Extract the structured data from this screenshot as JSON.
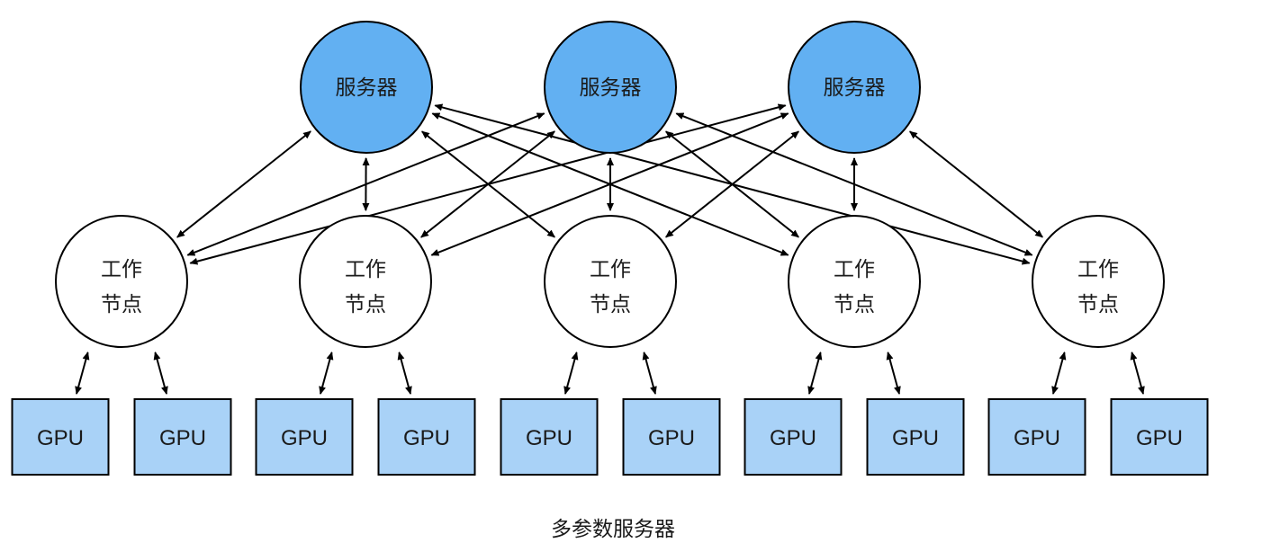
{
  "diagram": {
    "caption": "多参数服务器",
    "server_label": "服务器",
    "worker_label_line1": "工作",
    "worker_label_line2": "节点",
    "gpu_label": "GPU",
    "servers": [
      {
        "label": "服务器"
      },
      {
        "label": "服务器"
      },
      {
        "label": "服务器"
      }
    ],
    "workers": [
      {
        "line1": "工作",
        "line2": "节点",
        "gpus": [
          "GPU",
          "GPU"
        ]
      },
      {
        "line1": "工作",
        "line2": "节点",
        "gpus": [
          "GPU",
          "GPU"
        ]
      },
      {
        "line1": "工作",
        "line2": "节点",
        "gpus": [
          "GPU",
          "GPU"
        ]
      },
      {
        "line1": "工作",
        "line2": "节点",
        "gpus": [
          "GPU",
          "GPU"
        ]
      },
      {
        "line1": "工作",
        "line2": "节点",
        "gpus": [
          "GPU",
          "GPU"
        ]
      }
    ],
    "connections": "each server connects bidirectionally to every worker; each worker connects bidirectionally to its two GPUs",
    "colors": {
      "server_fill": "#62b0f2",
      "worker_fill": "#ffffff",
      "gpu_fill": "#a9d2f7",
      "stroke": "#000000"
    }
  }
}
